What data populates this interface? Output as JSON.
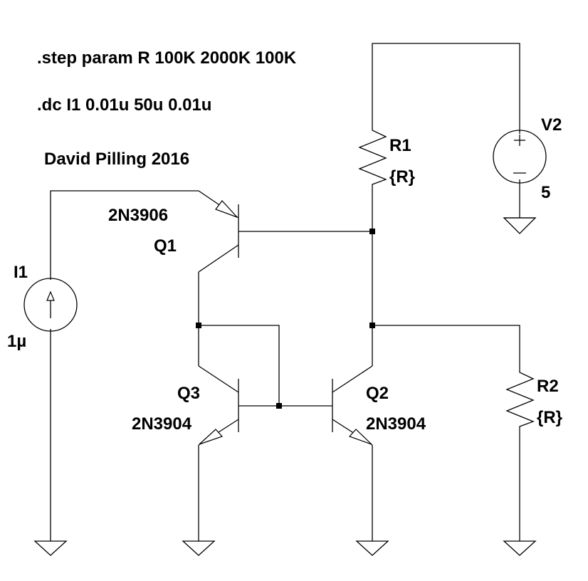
{
  "directives": {
    "step": ".step param R 100K 2000K 100K",
    "dc": ".dc I1 0.01u 50u 0.01u",
    "author": "David Pilling 2016"
  },
  "components": {
    "Q1": {
      "name": "Q1",
      "model": "2N3906",
      "type": "PNP"
    },
    "Q2": {
      "name": "Q2",
      "model": "2N3904",
      "type": "NPN"
    },
    "Q3": {
      "name": "Q3",
      "model": "2N3904",
      "type": "NPN"
    },
    "R1": {
      "name": "R1",
      "value": "{R}"
    },
    "R2": {
      "name": "R2",
      "value": "{R}"
    },
    "V2": {
      "name": "V2",
      "value": "5",
      "plus": "+",
      "minus": "−"
    },
    "I1": {
      "name": "I1",
      "value": "1µ"
    }
  }
}
